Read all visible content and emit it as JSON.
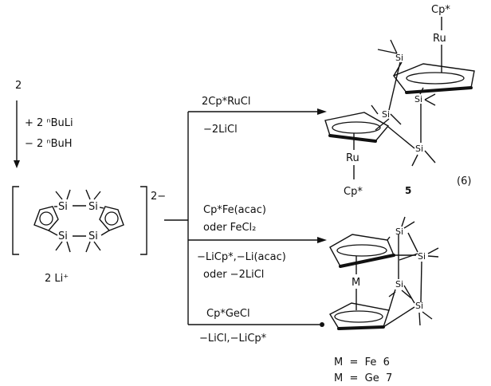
{
  "reagent_step": {
    "start_compound": "2",
    "add_line": "+ 2 ⁿBuLi",
    "remove_line": "− 2 ⁿBuH"
  },
  "dianion": {
    "atoms": [
      "Si",
      "Si",
      "Si",
      "Si"
    ],
    "charge": "2−",
    "counterion": "2 Li⁺"
  },
  "arrow_top": {
    "above": "2Cp*RuCl",
    "below": "−2LiCl"
  },
  "arrow_middle": {
    "above_1": "Cp*Fe(acac)",
    "above_2": "oder FeCl₂",
    "below_1": "−LiCp*,−Li(acac)",
    "below_2": "oder −2LiCl"
  },
  "arrow_bottom": {
    "above": "Cp*GeCl",
    "below": "−LiCl,−LiCp*"
  },
  "product_5": {
    "metal": "Ru",
    "cp_label": "Cp*",
    "si_label": "Si",
    "number": "5"
  },
  "equation_number": "(6)",
  "product_67": {
    "metal": "M",
    "si_label": "Si",
    "legend": [
      {
        "text": "M  =  Fe  6"
      },
      {
        "text": "M  =  Ge  7"
      }
    ]
  }
}
